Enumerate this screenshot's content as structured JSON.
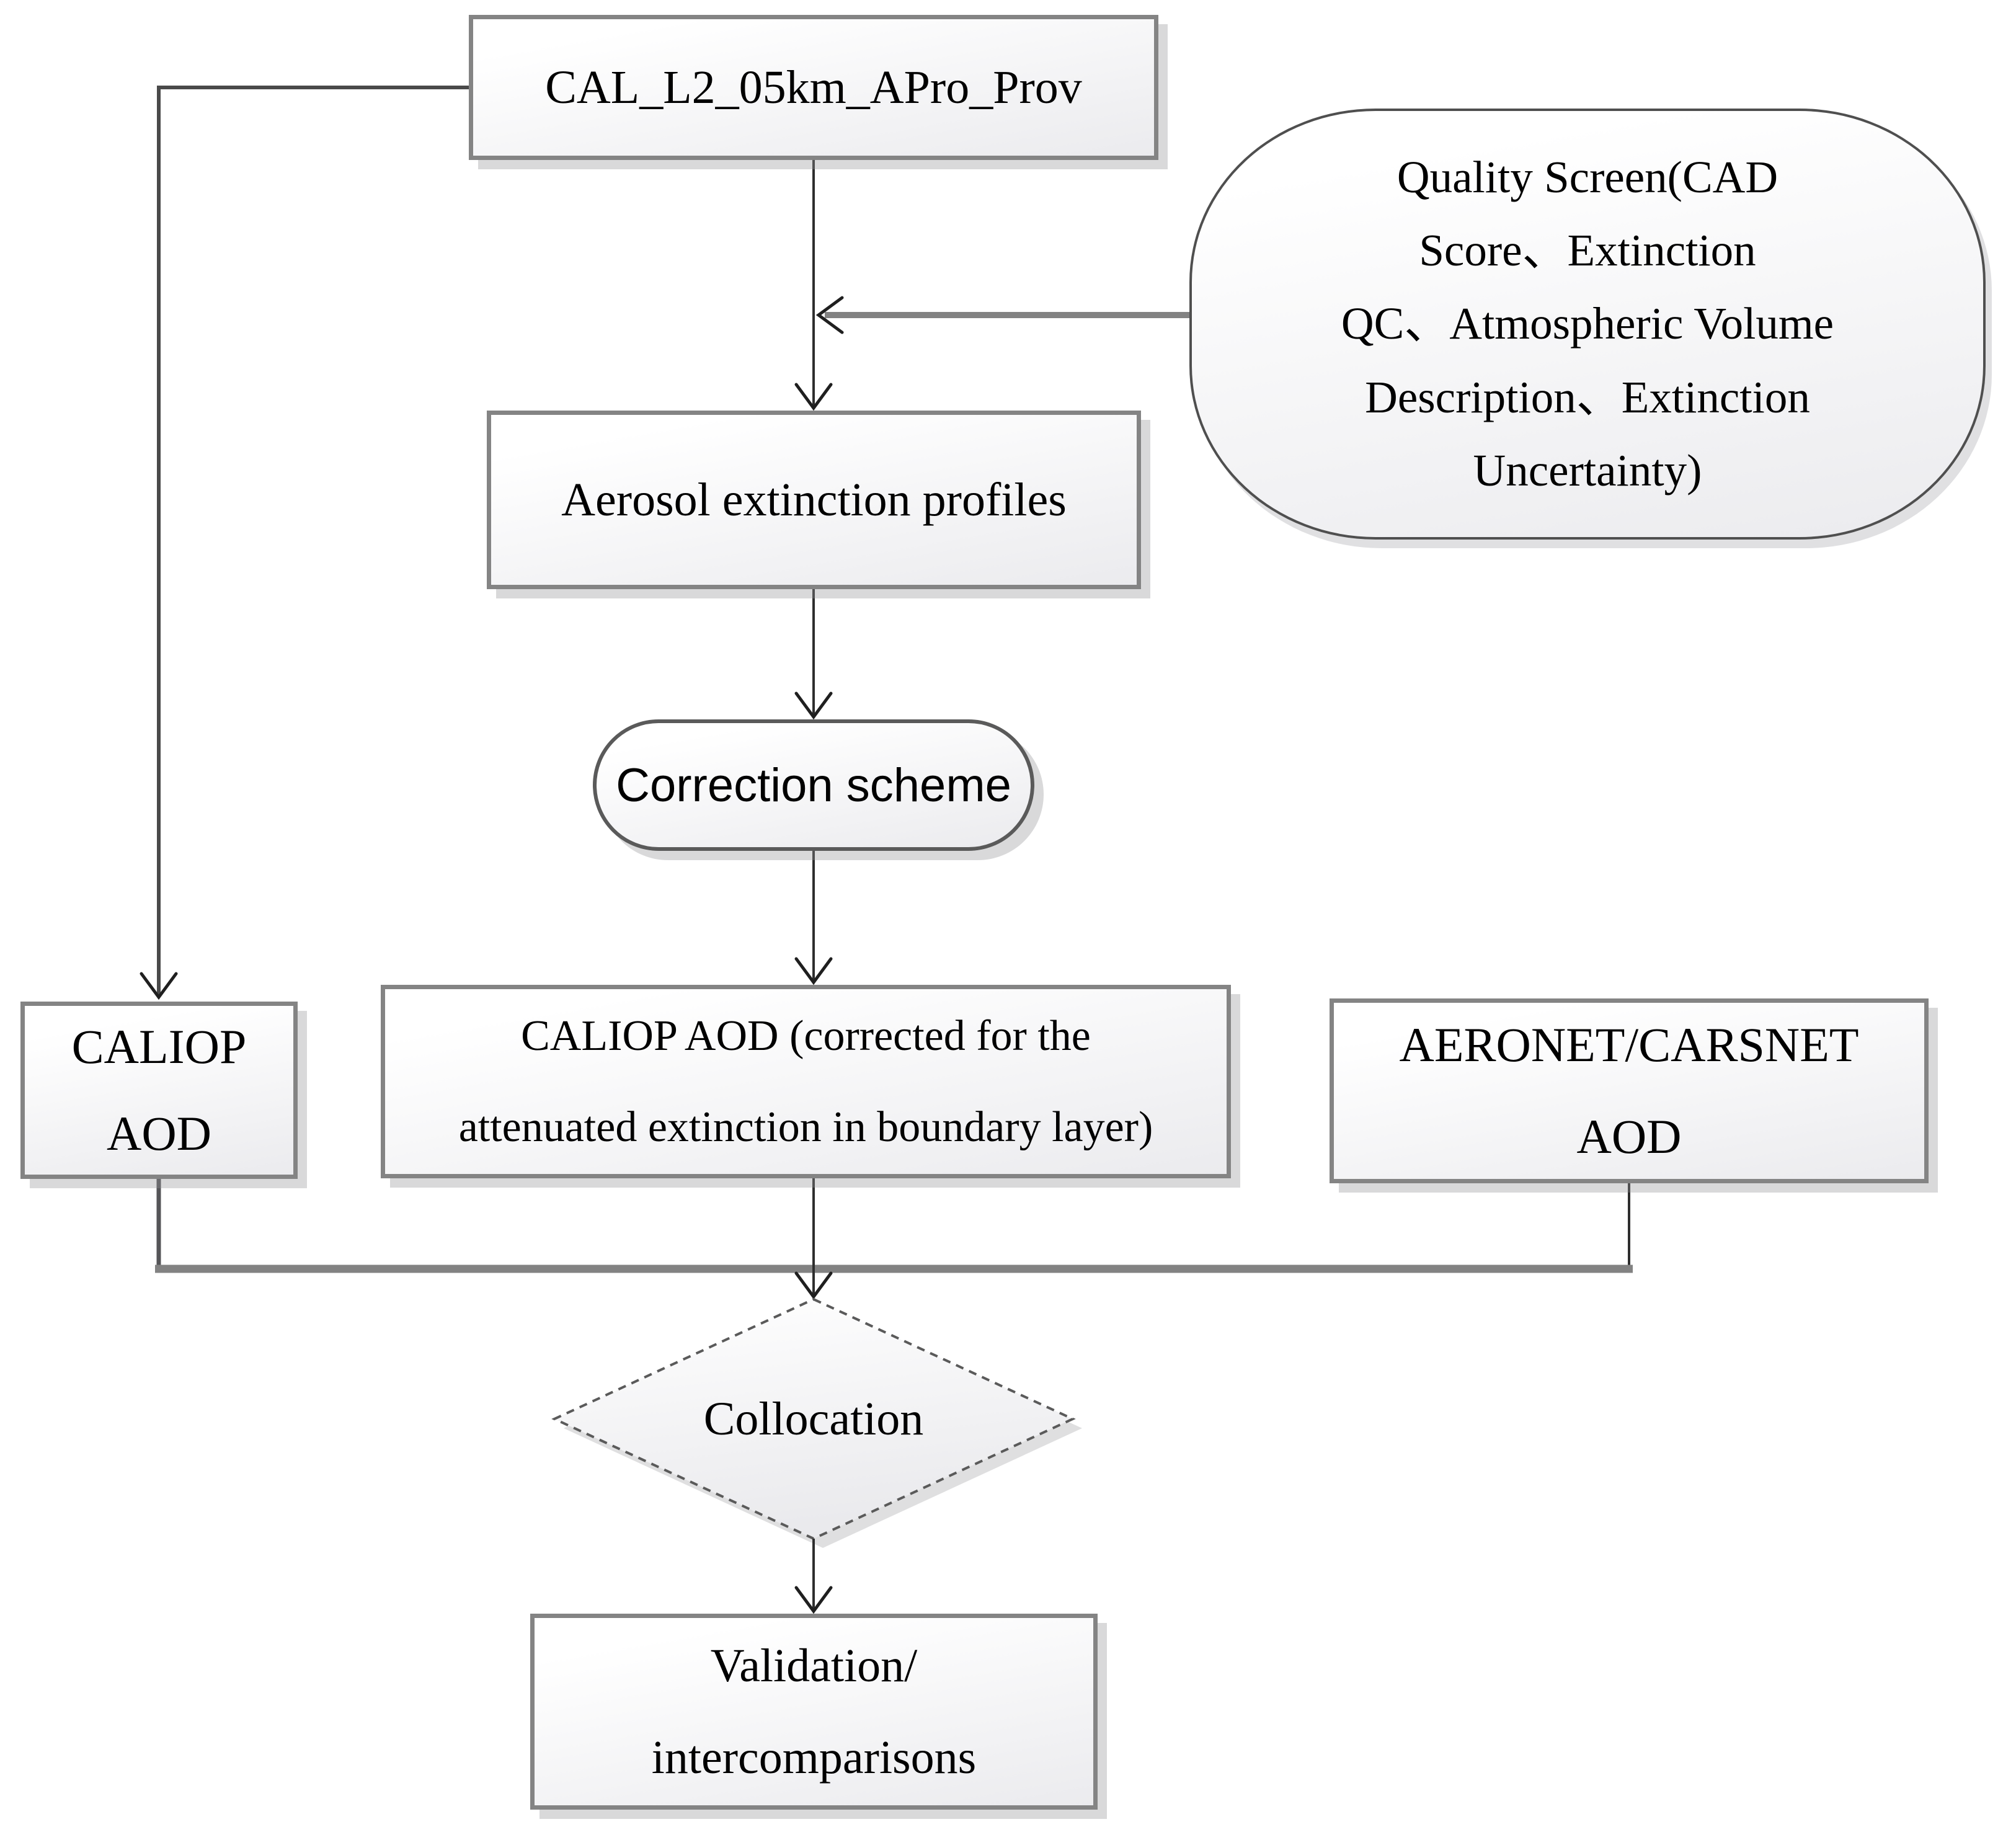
{
  "flowchart": {
    "nodes": {
      "cal_l2": {
        "label": "CAL_L2_05km_APro_Prov"
      },
      "quality_screen": {
        "lines": [
          "Quality Screen(CAD",
          "Score、Extinction",
          "QC、Atmospheric Volume",
          "Description、Extinction",
          "Uncertainty)"
        ]
      },
      "aerosol_profiles": {
        "label": "Aerosol extinction profiles"
      },
      "correction_scheme": {
        "label": "Correction scheme"
      },
      "caliop_aod": {
        "lines": [
          "CALIOP",
          "AOD"
        ]
      },
      "caliop_aod_corrected": {
        "lines": [
          "CALIOP AOD (corrected for the",
          "attenuated extinction in boundary layer)"
        ]
      },
      "aeronet_carsnet": {
        "lines": [
          "AERONET/CARSNET",
          "AOD"
        ]
      },
      "collocation": {
        "label": "Collocation"
      },
      "validation": {
        "lines": [
          "Validation/",
          "intercomparisons"
        ]
      }
    },
    "colors": {
      "box_border": "#848484",
      "box_fill_top": "#ffffff",
      "box_fill_bottom": "#ebebee",
      "connector": "#2e2e2e",
      "connector_thick": "#828282",
      "arrowhead": "#1f1f1f",
      "text": "#000000",
      "shadow": "#a9a9ad"
    }
  }
}
